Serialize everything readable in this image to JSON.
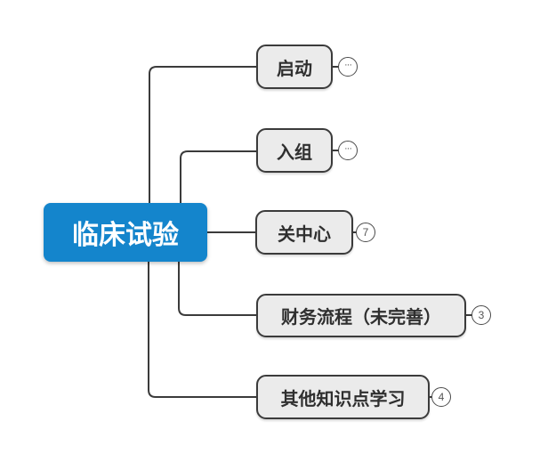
{
  "mindmap": {
    "root": {
      "label": "临床试验"
    },
    "children": [
      {
        "label": "启动",
        "badge": "···"
      },
      {
        "label": "入组",
        "badge": "···"
      },
      {
        "label": "关中心",
        "badge": "7"
      },
      {
        "label": "财务流程（未完善）",
        "badge": "3"
      },
      {
        "label": "其他知识点学习",
        "badge": "4"
      }
    ]
  },
  "colors": {
    "root_fill": "#1485cc",
    "root_text": "#ffffff",
    "child_fill": "#ebebeb",
    "child_border": "#3b3b3b",
    "child_text": "#2f2f2f",
    "line": "#3b3b3b",
    "badge_fill": "#ffffff",
    "badge_border": "#4a4a4a",
    "badge_text": "#555555",
    "canvas_bg": "#ffffff"
  }
}
